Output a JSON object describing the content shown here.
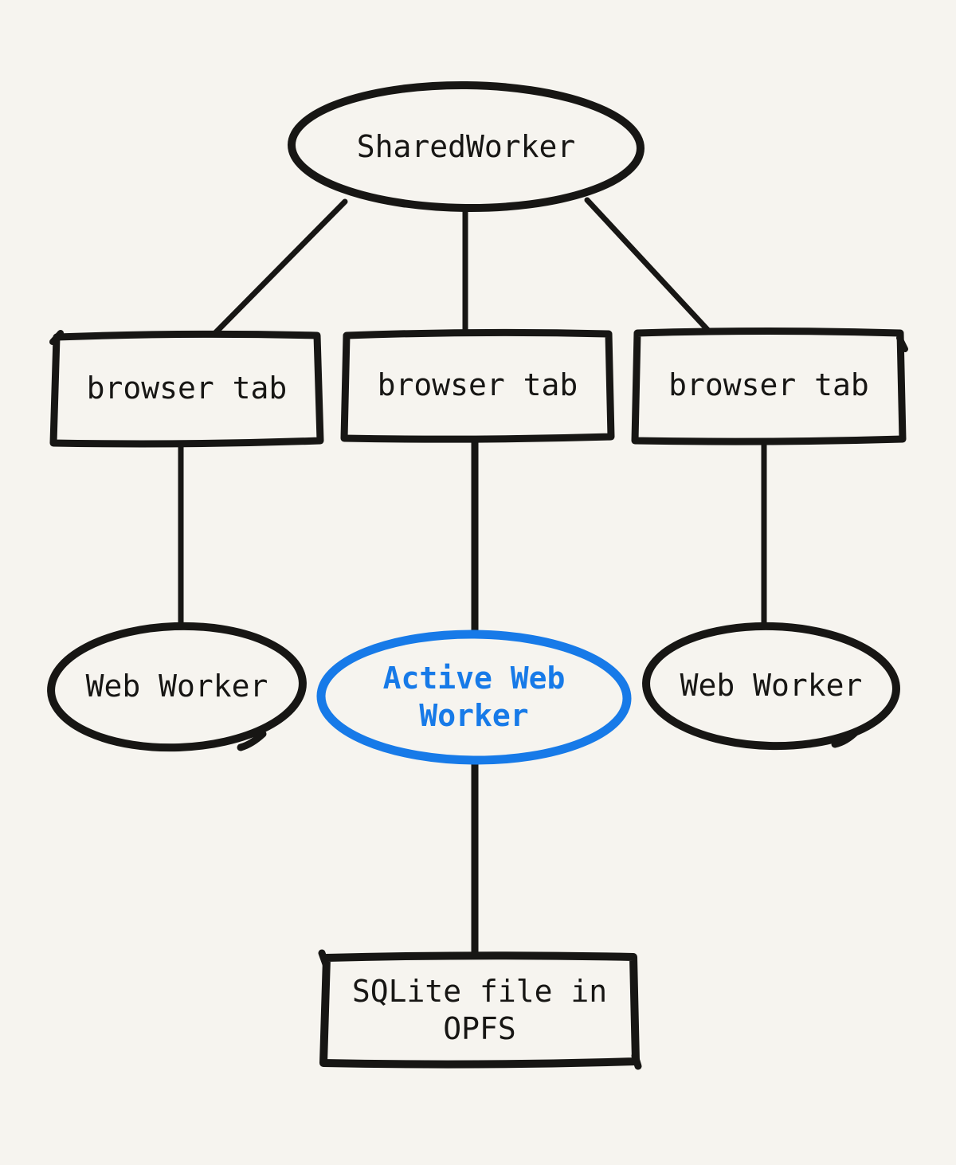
{
  "title": "SharedWorker architecture diagram",
  "colors": {
    "paper": "#f6f4ef",
    "ink": "#171614",
    "accent": "#177ae8"
  },
  "nodes": {
    "shared_worker": {
      "label": "SharedWorker",
      "shape": "ellipse",
      "color": "black"
    },
    "tab_left": {
      "label": "browser tab",
      "shape": "rectangle",
      "color": "black"
    },
    "tab_center": {
      "label": "browser tab",
      "shape": "rectangle",
      "color": "black"
    },
    "tab_right": {
      "label": "browser tab",
      "shape": "rectangle",
      "color": "black"
    },
    "worker_left": {
      "label": "Web Worker",
      "shape": "ellipse",
      "color": "black"
    },
    "worker_active": {
      "label": "Active Web Worker",
      "shape": "ellipse",
      "color": "#177ae8"
    },
    "worker_right": {
      "label": "Web Worker",
      "shape": "ellipse",
      "color": "black"
    },
    "sqlite_file": {
      "label": "SQLite file in OPFS",
      "shape": "rectangle",
      "color": "black"
    }
  },
  "edges": [
    {
      "from": "shared_worker",
      "to": "tab_left"
    },
    {
      "from": "shared_worker",
      "to": "tab_center"
    },
    {
      "from": "shared_worker",
      "to": "tab_right"
    },
    {
      "from": "tab_left",
      "to": "worker_left"
    },
    {
      "from": "tab_center",
      "to": "worker_active"
    },
    {
      "from": "tab_right",
      "to": "worker_right"
    },
    {
      "from": "worker_active",
      "to": "sqlite_file"
    }
  ]
}
